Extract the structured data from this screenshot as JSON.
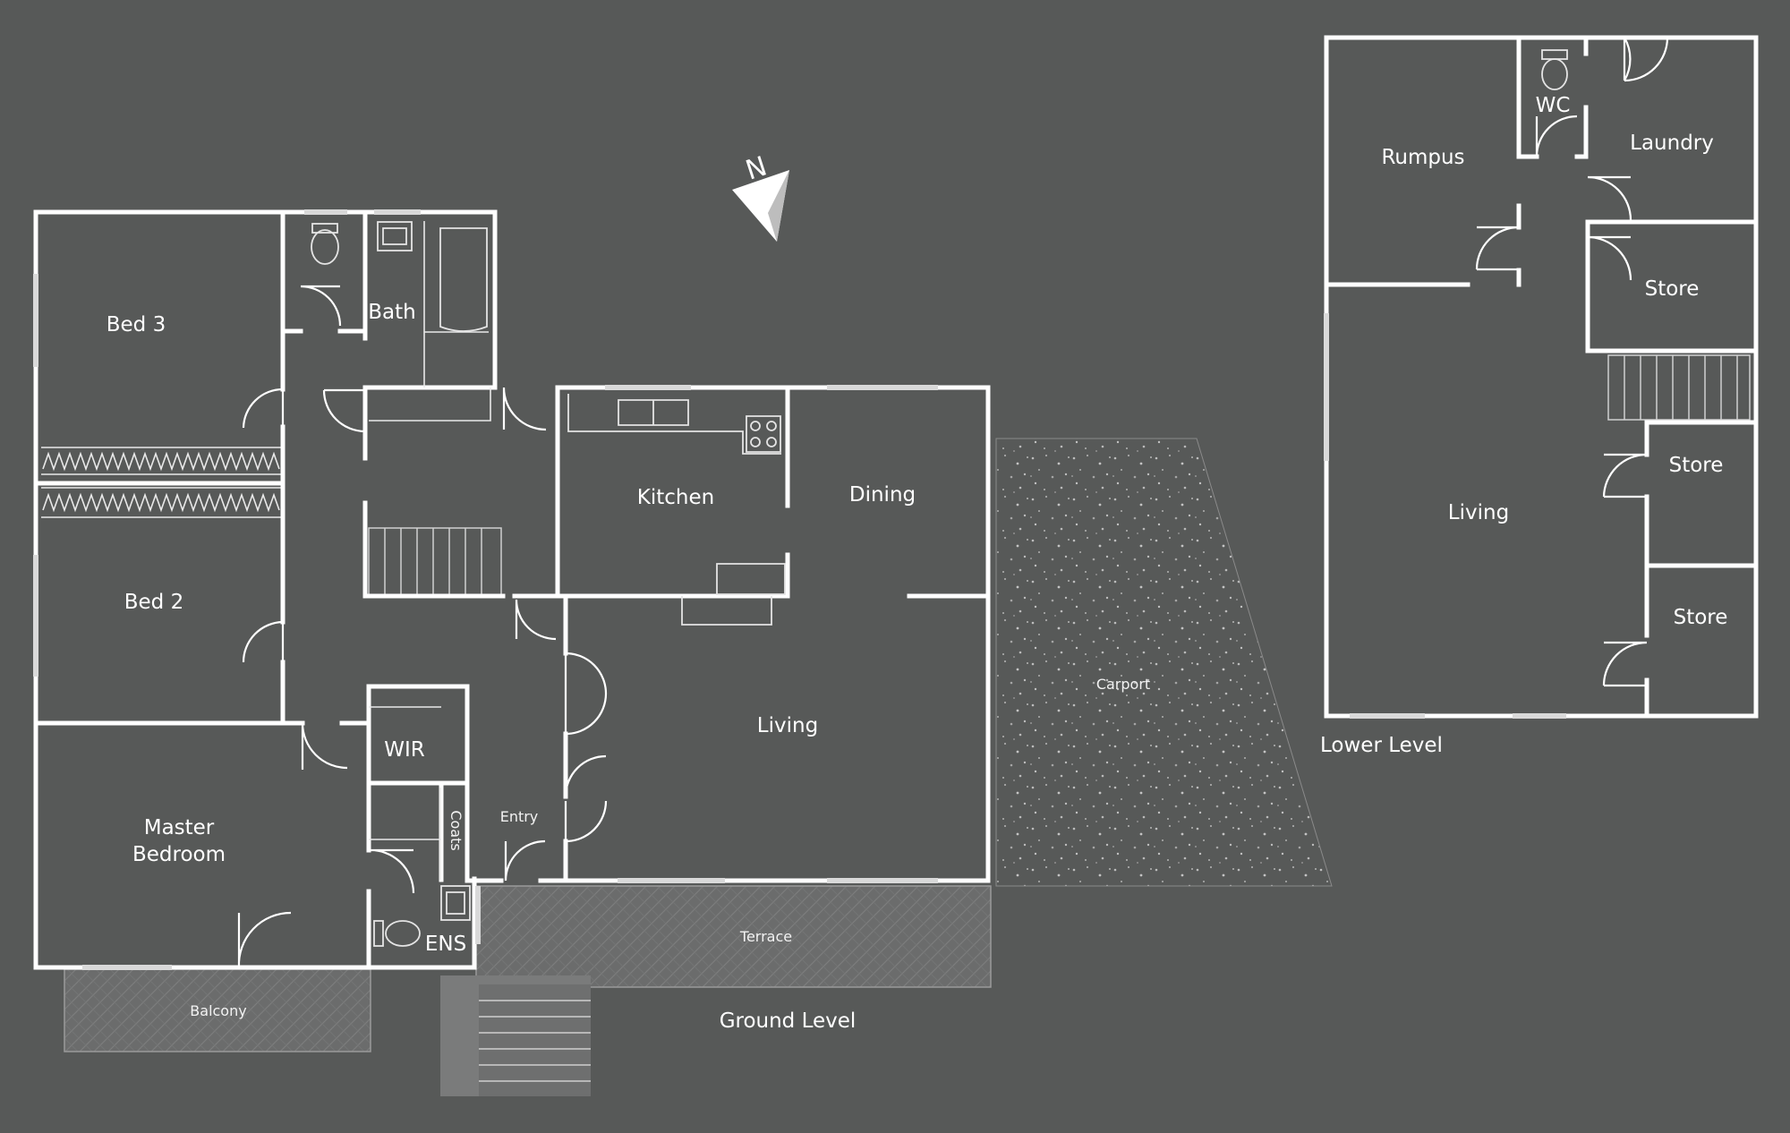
{
  "rooms": {
    "bed3": "Bed 3",
    "bath": "Bath",
    "bed2": "Bed 2",
    "kitchen": "Kitchen",
    "dining": "Dining",
    "living_ground": "Living",
    "wir": "WIR",
    "master_line1": "Master",
    "master_line2": "Bedroom",
    "coats": "Coats",
    "entry": "Entry",
    "ens": "ENS",
    "carport": "Carport",
    "terrace": "Terrace",
    "balcony": "Balcony",
    "rumpus": "Rumpus",
    "wc": "WC",
    "laundry": "Laundry",
    "store_1": "Store",
    "store_2": "Store",
    "store_3": "Store",
    "living_lower": "Living"
  },
  "levels": {
    "ground": "Ground Level",
    "lower": "Lower Level"
  },
  "compass": {
    "label": "N",
    "icon": "north-arrow-icon"
  },
  "colors": {
    "background": "#575958",
    "walls": "#ffffff"
  }
}
